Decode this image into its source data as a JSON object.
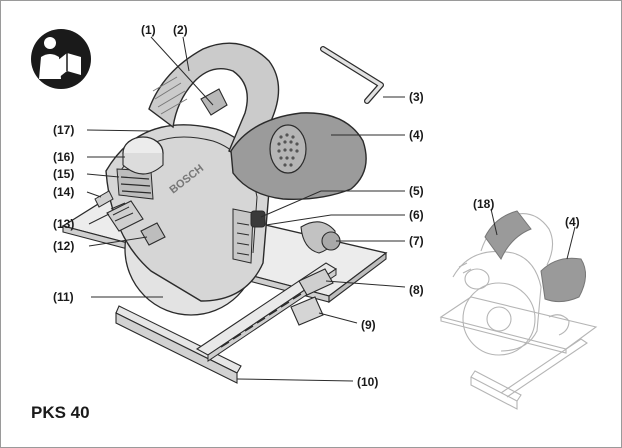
{
  "model_name": "PKS 40",
  "callouts": {
    "c1": "(1)",
    "c2": "(2)",
    "c3": "(3)",
    "c4": "(4)",
    "c5": "(5)",
    "c6": "(6)",
    "c7": "(7)",
    "c8": "(8)",
    "c9": "(9)",
    "c10": "(10)",
    "c11": "(11)",
    "c12": "(12)",
    "c13": "(13)",
    "c14": "(14)",
    "c15": "(15)",
    "c16": "(16)",
    "c17": "(17)",
    "c18": "(18)",
    "c4b": "(4)"
  },
  "blade_brand": "BOSCH",
  "icons": {
    "manual": "read-manual-icon"
  },
  "colors": {
    "body": "#d9d9d9",
    "body_dark": "#a8a8a8",
    "outline": "#2b2b2b",
    "motor": "#9b9b9b",
    "icon_bg": "#1a1a1a",
    "ghost_line": "#b5b5b5",
    "ghost_highlight": "#9a9a9a"
  }
}
